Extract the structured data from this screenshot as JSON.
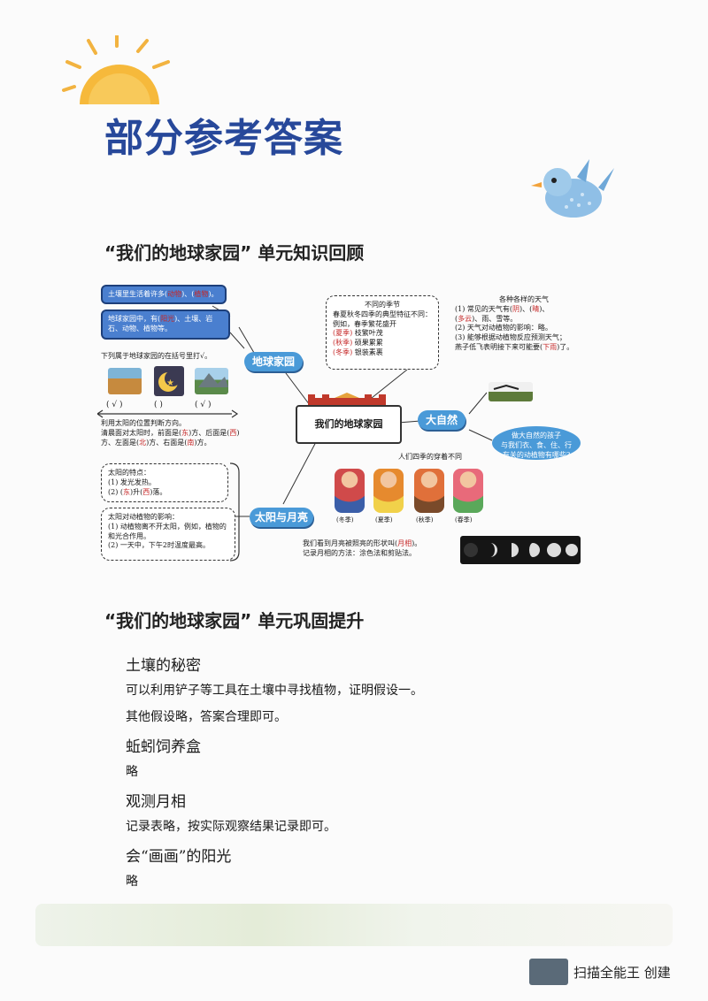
{
  "page": {
    "title": "部分参考答案"
  },
  "review": {
    "heading": "“我们的地球家园” 单元知识回顾",
    "center": "我们的地球家园",
    "node_earth": "地球家园",
    "node_nature": "大自然",
    "node_sunmoon": "太阳与月亮",
    "earth_box1_pre": "土壤里生活着许多(",
    "earth_box1_a": "动物",
    "earth_box1_mid": ")、(",
    "earth_box1_b": "植物",
    "earth_box1_post": ")。",
    "earth_box2_pre": "地球家园中，有(",
    "earth_box2_a": "阳光",
    "earth_box2_post": ")、土壤、岩石、动物、植物等。",
    "mark_instruction": "下列属于地球家园的在括号里打√。",
    "marks": [
      "( √ )",
      "(      )",
      "( √ )"
    ],
    "direction_title": "利用太阳的位置判断方向。",
    "direction_l1_pre": "清晨面对太阳时，前面是(",
    "direction_l1_a": "东",
    "direction_l1_mid": ")方、后面是(",
    "direction_l1_b": "西",
    "direction_l1_post": ")",
    "direction_l2_pre": "方、左面是(",
    "direction_l2_a": "北",
    "direction_l2_mid": ")方、右面是(",
    "direction_l2_b": "南",
    "direction_l2_post": ")方。",
    "sun_features_title": "太阳的特点：",
    "sun_features_1": "(1) 发光发热。",
    "sun_features_2_pre": "(2) (",
    "sun_features_2_a": "东",
    "sun_features_2_mid": ")升(",
    "sun_features_2_b": "西",
    "sun_features_2_post": ")落。",
    "sun_effect_title": "太阳对动植物的影响：",
    "sun_effect_1": "(1) 动植物离不开太阳，例如，植物的和光合作用。",
    "sun_effect_2": "(2) 一天中，下午2时温度最高。",
    "seasons_title": "不同的季节",
    "seasons_intro": "春夏秋冬四季的典型特征不同：",
    "seasons_example": "例如，春季繁花盛开",
    "seasons_summer_a": "(夏季)",
    "seasons_summer_b": "枝繁叶茂",
    "seasons_autumn_a": "(秋季)",
    "seasons_autumn_b": "硕果累累",
    "seasons_winter_a": "(冬季)",
    "seasons_winter_b": "银装素裹",
    "weather_title": "各种各样的天气",
    "weather_1_pre": "(1) 常见的天气有(",
    "weather_1_a": "阴",
    "weather_1_mid": ")、(",
    "weather_1_b": "晴",
    "weather_1_post": ")、",
    "weather_2_pre": "(",
    "weather_2_a": "多云",
    "weather_2_post": ")、雨、雪等。",
    "weather_3": "(2) 天气对动植物的影响：略。",
    "weather_4": "(3) 能够根据动植物反应预测天气；",
    "weather_5_pre": "燕子低飞表明接下来可能要(",
    "weather_5_a": "下雨",
    "weather_5_post": ")了。",
    "nature_q1": "做大自然的孩子",
    "nature_q2": "与我们衣、食、住、行",
    "nature_q3": "有关的动植物有哪些?",
    "clothes_title": "人们四季的穿着不同",
    "season_labels": [
      "(冬季)",
      "(夏季)",
      "(秋季)",
      "(春季)"
    ],
    "moon_1_pre": "我们看到月亮被照亮的形状叫(",
    "moon_1_a": "月相",
    "moon_1_post": ")。",
    "moon_2": "记录月相的方法：涂色法和剪贴法。"
  },
  "consolidate": {
    "heading": "“我们的地球家园” 单元巩固提升",
    "items": [
      {
        "kind": "head",
        "text": "土壤的秘密"
      },
      {
        "kind": "line",
        "text": "可以利用铲子等工具在土壤中寻找植物，证明假设一。"
      },
      {
        "kind": "line",
        "text": "其他假设略，答案合理即可。"
      },
      {
        "kind": "head",
        "text": "蚯蚓饲养盒"
      },
      {
        "kind": "line",
        "text": "略"
      },
      {
        "kind": "head",
        "text": "观测月相"
      },
      {
        "kind": "line",
        "text": "记录表略，按实际观察结果记录即可。"
      },
      {
        "kind": "head",
        "text": "会“画画”的阳光"
      },
      {
        "kind": "line",
        "text": "略"
      }
    ]
  },
  "watermark": {
    "text": "扫描全能王 创建"
  },
  "colors": {
    "title_blue": "#27489a",
    "bubble_blue": "#4a9ad8",
    "box_blue": "#4a7fcf",
    "answer_red": "#c62828"
  }
}
